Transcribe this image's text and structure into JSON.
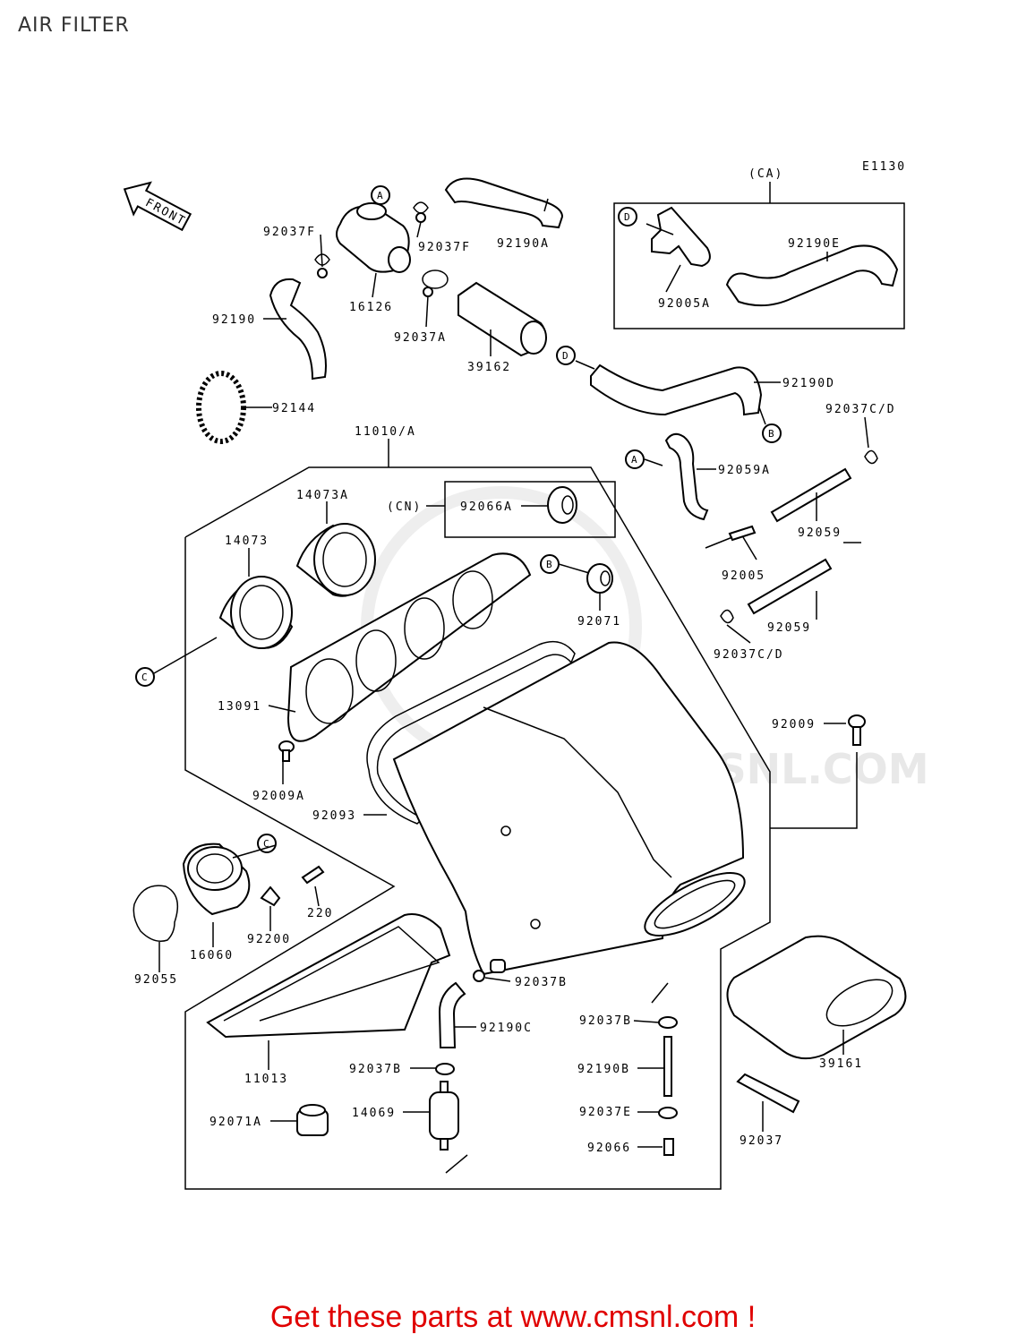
{
  "header": {
    "title": "AIR FILTER"
  },
  "diagram": {
    "code": "E1130",
    "front_label": "FRONT",
    "watermark": "WWW.CMSNL.COM",
    "groups": {
      "ca": "(CA)",
      "cn": "(CN)"
    },
    "refs": {
      "a": "A",
      "b": "B",
      "c": "C",
      "d": "D"
    },
    "parts": {
      "p92037F_left": "92037F",
      "p92037F_right": "92037F",
      "p92190A": "92190A",
      "p92190E": "92190E",
      "p92005A": "92005A",
      "p92190": "92190",
      "p16126": "16126",
      "p92037A": "92037A",
      "p39162": "39162",
      "p92190D": "92190D",
      "p92144": "92144",
      "p11010A": "11010/A",
      "p92037CD_top": "92037C/D",
      "p92059A": "92059A",
      "p14073A": "14073A",
      "p92066A": "92066A",
      "p92059_top": "92059",
      "p14073": "14073",
      "p92005": "92005",
      "p92071": "92071",
      "p92059_bot": "92059",
      "p92037CD_bot": "92037C/D",
      "p13091": "13091",
      "p92009": "92009",
      "p92009A": "92009A",
      "p92093": "92093",
      "p220": "220",
      "p92200": "92200",
      "p16060": "16060",
      "p92055": "92055",
      "p92037B_box": "92037B",
      "p92037B_mid": "92037B",
      "p92190C": "92190C",
      "p11013": "11013",
      "p92037B_low": "92037B",
      "p92190B": "92190B",
      "p39161": "39161",
      "p14069": "14069",
      "p92071A": "92071A",
      "p92037E": "92037E",
      "p92066": "92066",
      "p92037": "92037"
    }
  },
  "footer": {
    "text": "Get these parts at www.cmsnl.com !"
  }
}
